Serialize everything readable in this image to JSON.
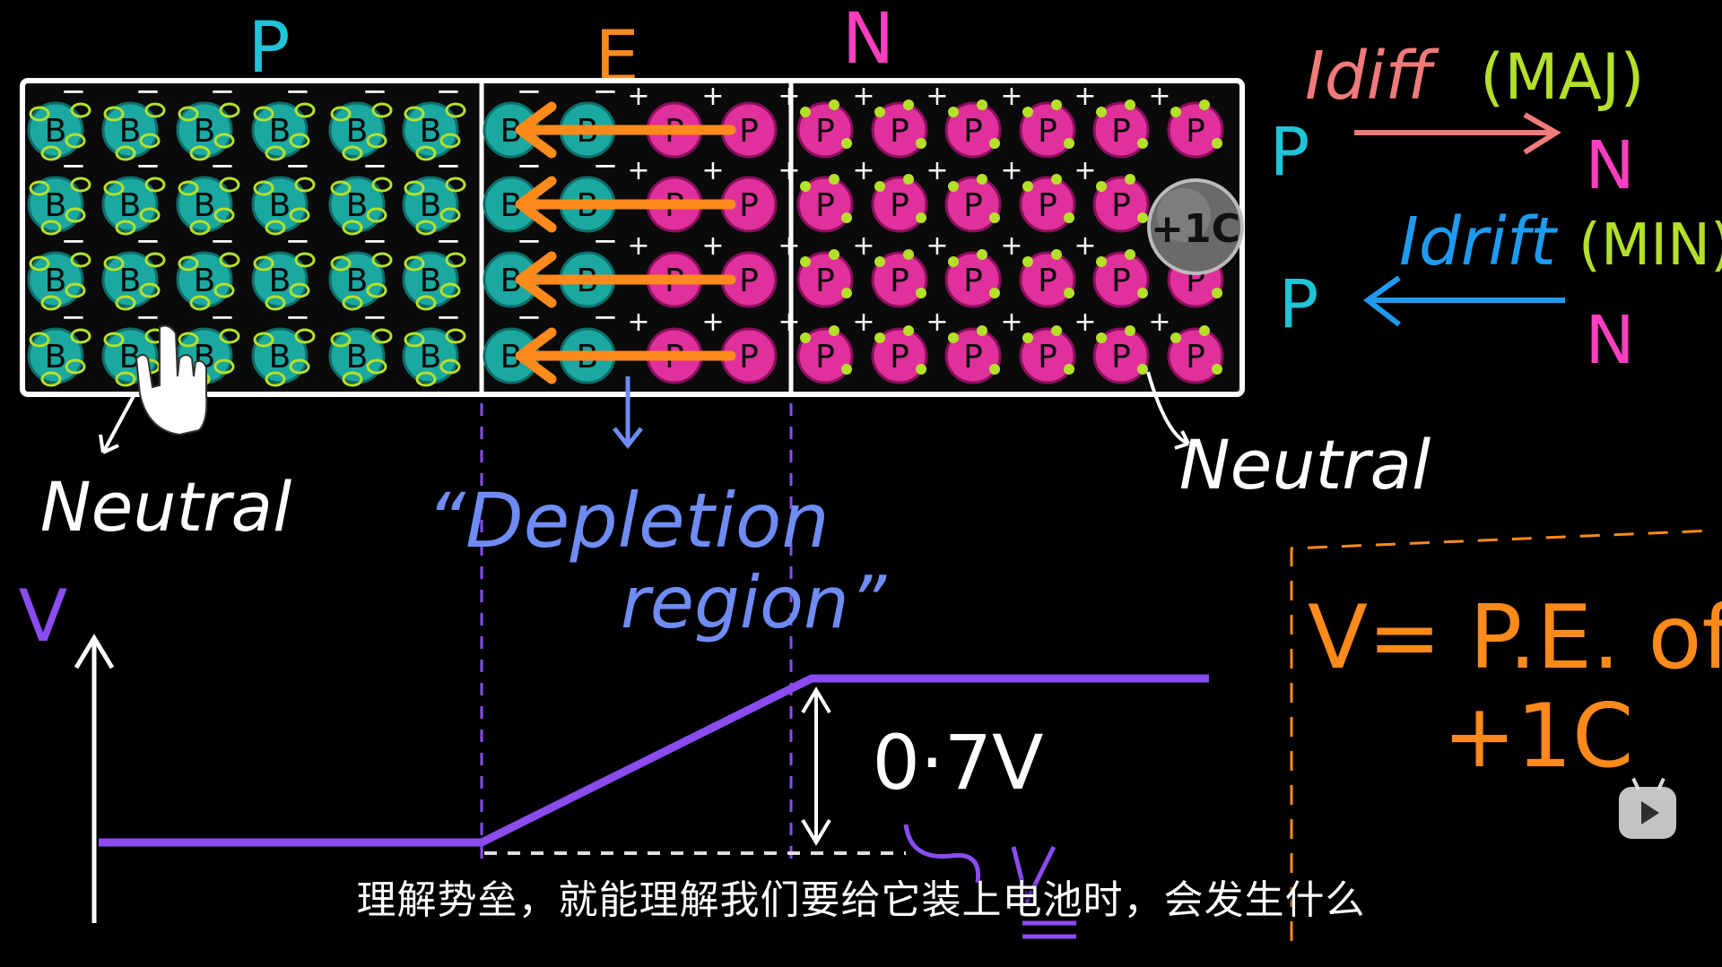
{
  "regions": {
    "p_label": "P",
    "e_label": "E",
    "n_label": "N"
  },
  "atoms": {
    "boron": "B",
    "phosphorus": "P"
  },
  "charges": {
    "neg": "−",
    "pos": "+"
  },
  "annotations": {
    "neutral_left": "Neutral",
    "neutral_right": "Neutral",
    "depletion_line1": "“Depletion",
    "depletion_line2": "region”",
    "test_charge": "+1C"
  },
  "currents": {
    "diff_label": "Idiff",
    "diff_note": "(MAJ)",
    "diff_from": "P",
    "diff_to": "N",
    "drift_label": "Idrift",
    "drift_note": "(MIN)",
    "drift_from": "P",
    "drift_to": "N"
  },
  "graph": {
    "y_axis_label": "V",
    "barrier_value": "0·7V"
  },
  "definition": {
    "line1": "V= P.E. of",
    "line2": "+1C"
  },
  "subtitle": "理解势垒，就能理解我们要给它装上电池时，会发生什么",
  "colors": {
    "boron": "#1aa8a0",
    "phosphorus": "#e0309c",
    "hole": "#b5e02a",
    "field_arrow": "#ff8a1c",
    "potential_line": "#8a4cf0",
    "depletion_text": "#6f8cf5",
    "p_label": "#20c4d8",
    "n_label": "#ff3fc0",
    "idiff": "#f07a7a",
    "idrift": "#1e9bf0",
    "definition": "#ff8a1c"
  }
}
